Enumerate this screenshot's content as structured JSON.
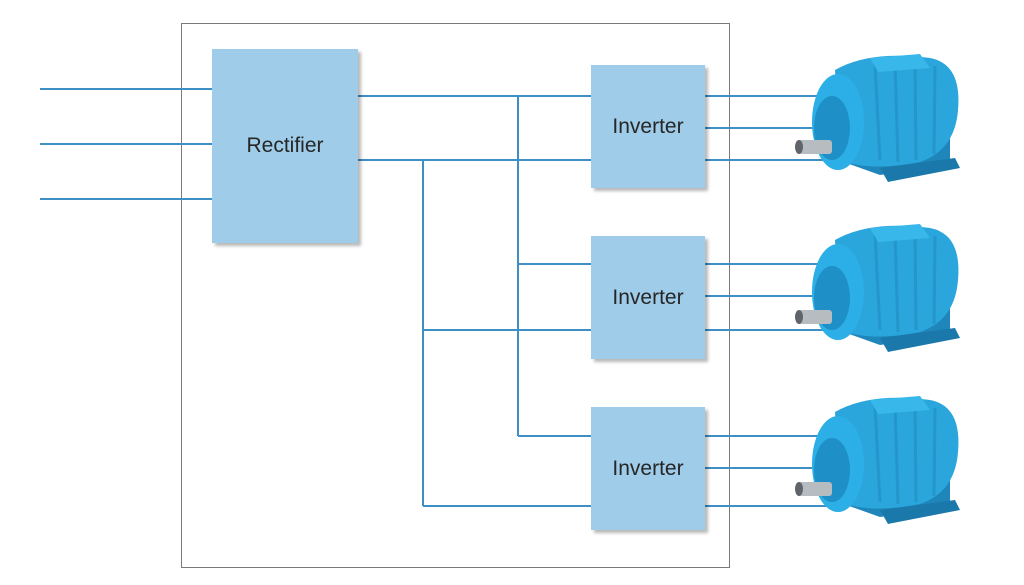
{
  "blocks": {
    "rectifier_label": "Rectifier",
    "inverter_labels": [
      "Inverter",
      "Inverter",
      "Inverter"
    ]
  },
  "colors": {
    "block_fill": "#9fcde9",
    "wire": "#3d8fc4",
    "frame": "#7a7a7a",
    "motor_body": "#2aa6dc",
    "motor_dark": "#1f86bb",
    "motor_shaft": "#b7bcc1"
  },
  "icons": [
    "electric-motor-icon",
    "electric-motor-icon",
    "electric-motor-icon"
  ]
}
